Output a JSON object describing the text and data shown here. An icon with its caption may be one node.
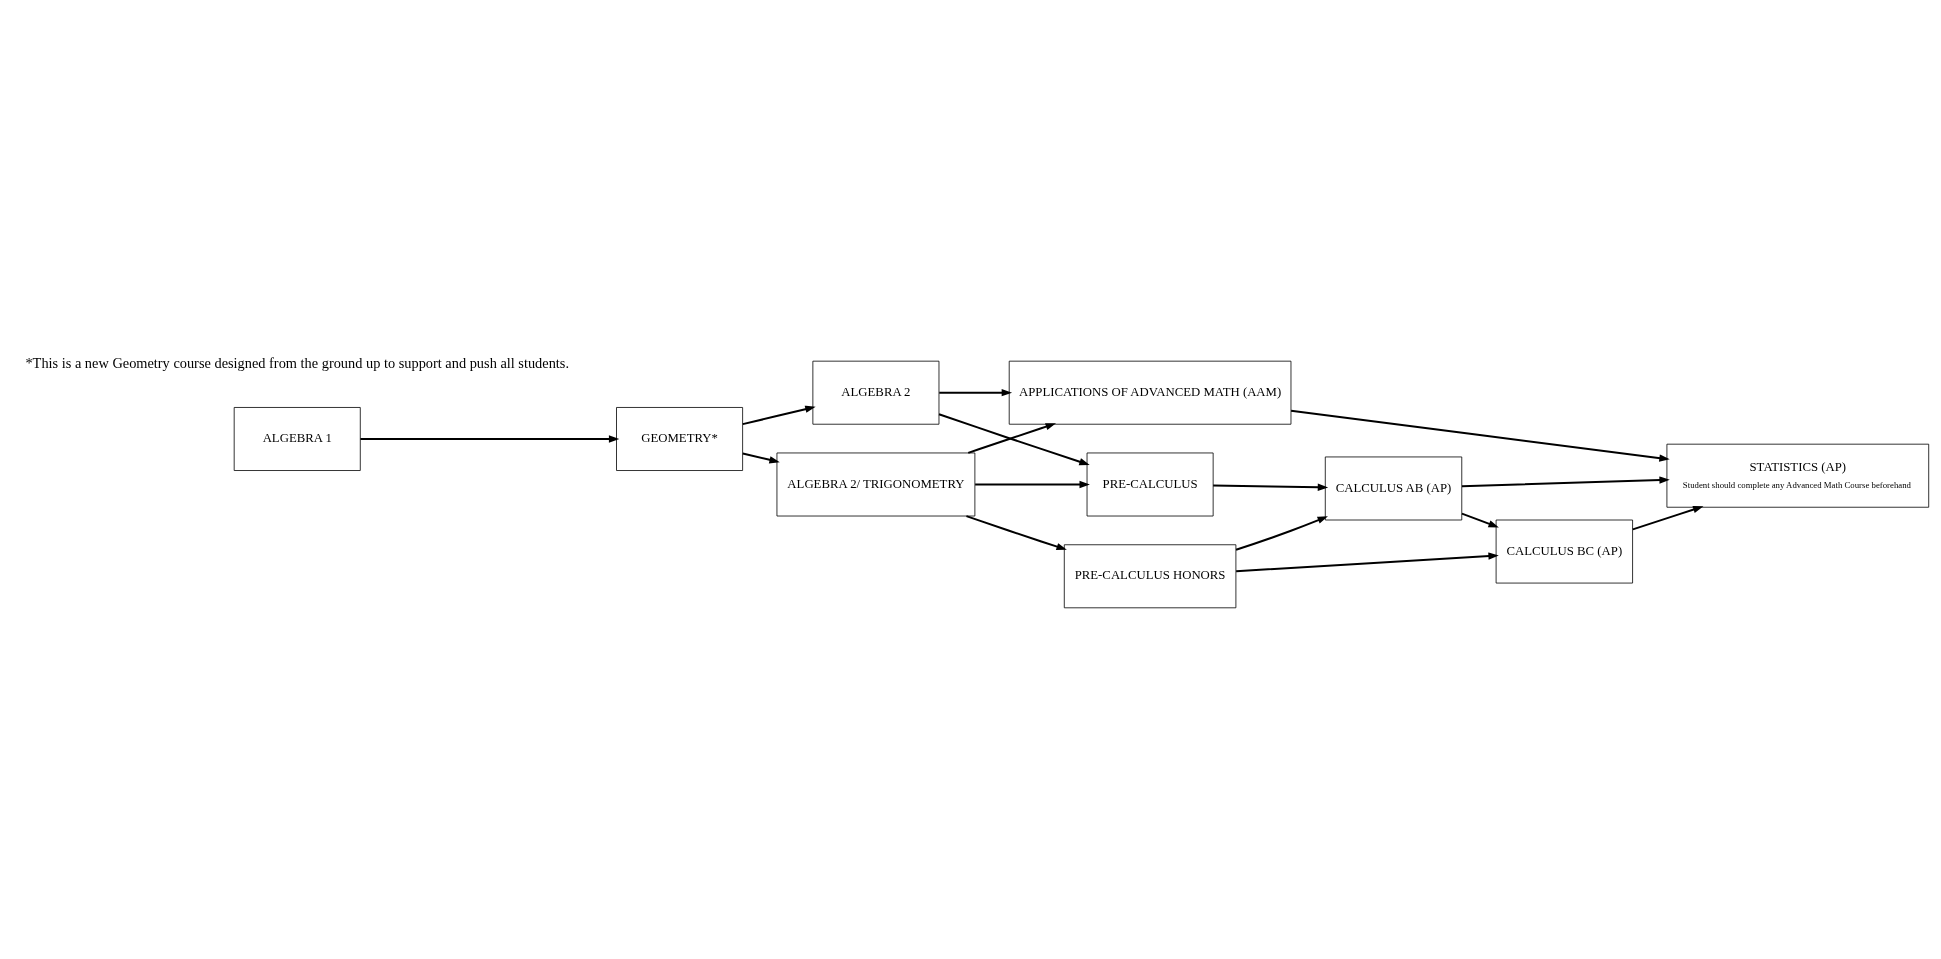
{
  "diagram": {
    "nodes": [
      {
        "text": [
          "ALGEBRA 1"
        ]
      },
      {
        "text": [
          "GEOMETRY*"
        ]
      },
      {
        "text": [
          "ALGEBRA 2/ TRIGONOMETRY"
        ]
      },
      {
        "text": [
          "ALGEBRA 2"
        ]
      },
      {
        "text": [
          "PRE-CALCULUS HONORS"
        ]
      },
      {
        "text": [
          "PRE-CALCULUS"
        ]
      },
      {
        "text": [
          "APPLICATIONS OF ADVANCED MATH (AAM)"
        ]
      },
      {
        "text": [
          "CALCULUS BC (AP)"
        ]
      },
      {
        "text": [
          "CALCULUS AB (AP)"
        ]
      },
      {
        "text": [
          "STATISTICS (AP)",
          "Student should complete any Advanced Math Course beforehand"
        ]
      }
    ],
    "edges": [
      {
        "from": 0,
        "to": 1,
        "arrow": "to"
      },
      {
        "from": 1,
        "to": 2,
        "arrow": "to"
      },
      {
        "from": 1,
        "to": 3,
        "arrow": "to"
      },
      {
        "from": 2,
        "to": 4,
        "arrow": "to"
      },
      {
        "from": 2,
        "to": 5,
        "arrow": "to"
      },
      {
        "from": 2,
        "to": 6,
        "arrow": "to"
      },
      {
        "from": 3,
        "to": 5,
        "arrow": "to"
      },
      {
        "from": 3,
        "to": 6,
        "arrow": "to"
      },
      {
        "from": 4,
        "to": 7,
        "arrow": "to"
      },
      {
        "from": 4,
        "to": 8,
        "arrow": "to"
      },
      {
        "from": 5,
        "to": 8,
        "arrow": "to"
      },
      {
        "from": 8,
        "to": 7,
        "arrow": "to"
      },
      {
        "from": 8,
        "to": 9,
        "arrow": "to"
      },
      {
        "from": 6,
        "to": 9,
        "arrow": "to"
      },
      {
        "from": 7,
        "to": 9,
        "arrow": "to"
      }
    ],
    "labels": [
      "*This is a new Geometry course designed from the ground up to support and push all students."
    ]
  }
}
